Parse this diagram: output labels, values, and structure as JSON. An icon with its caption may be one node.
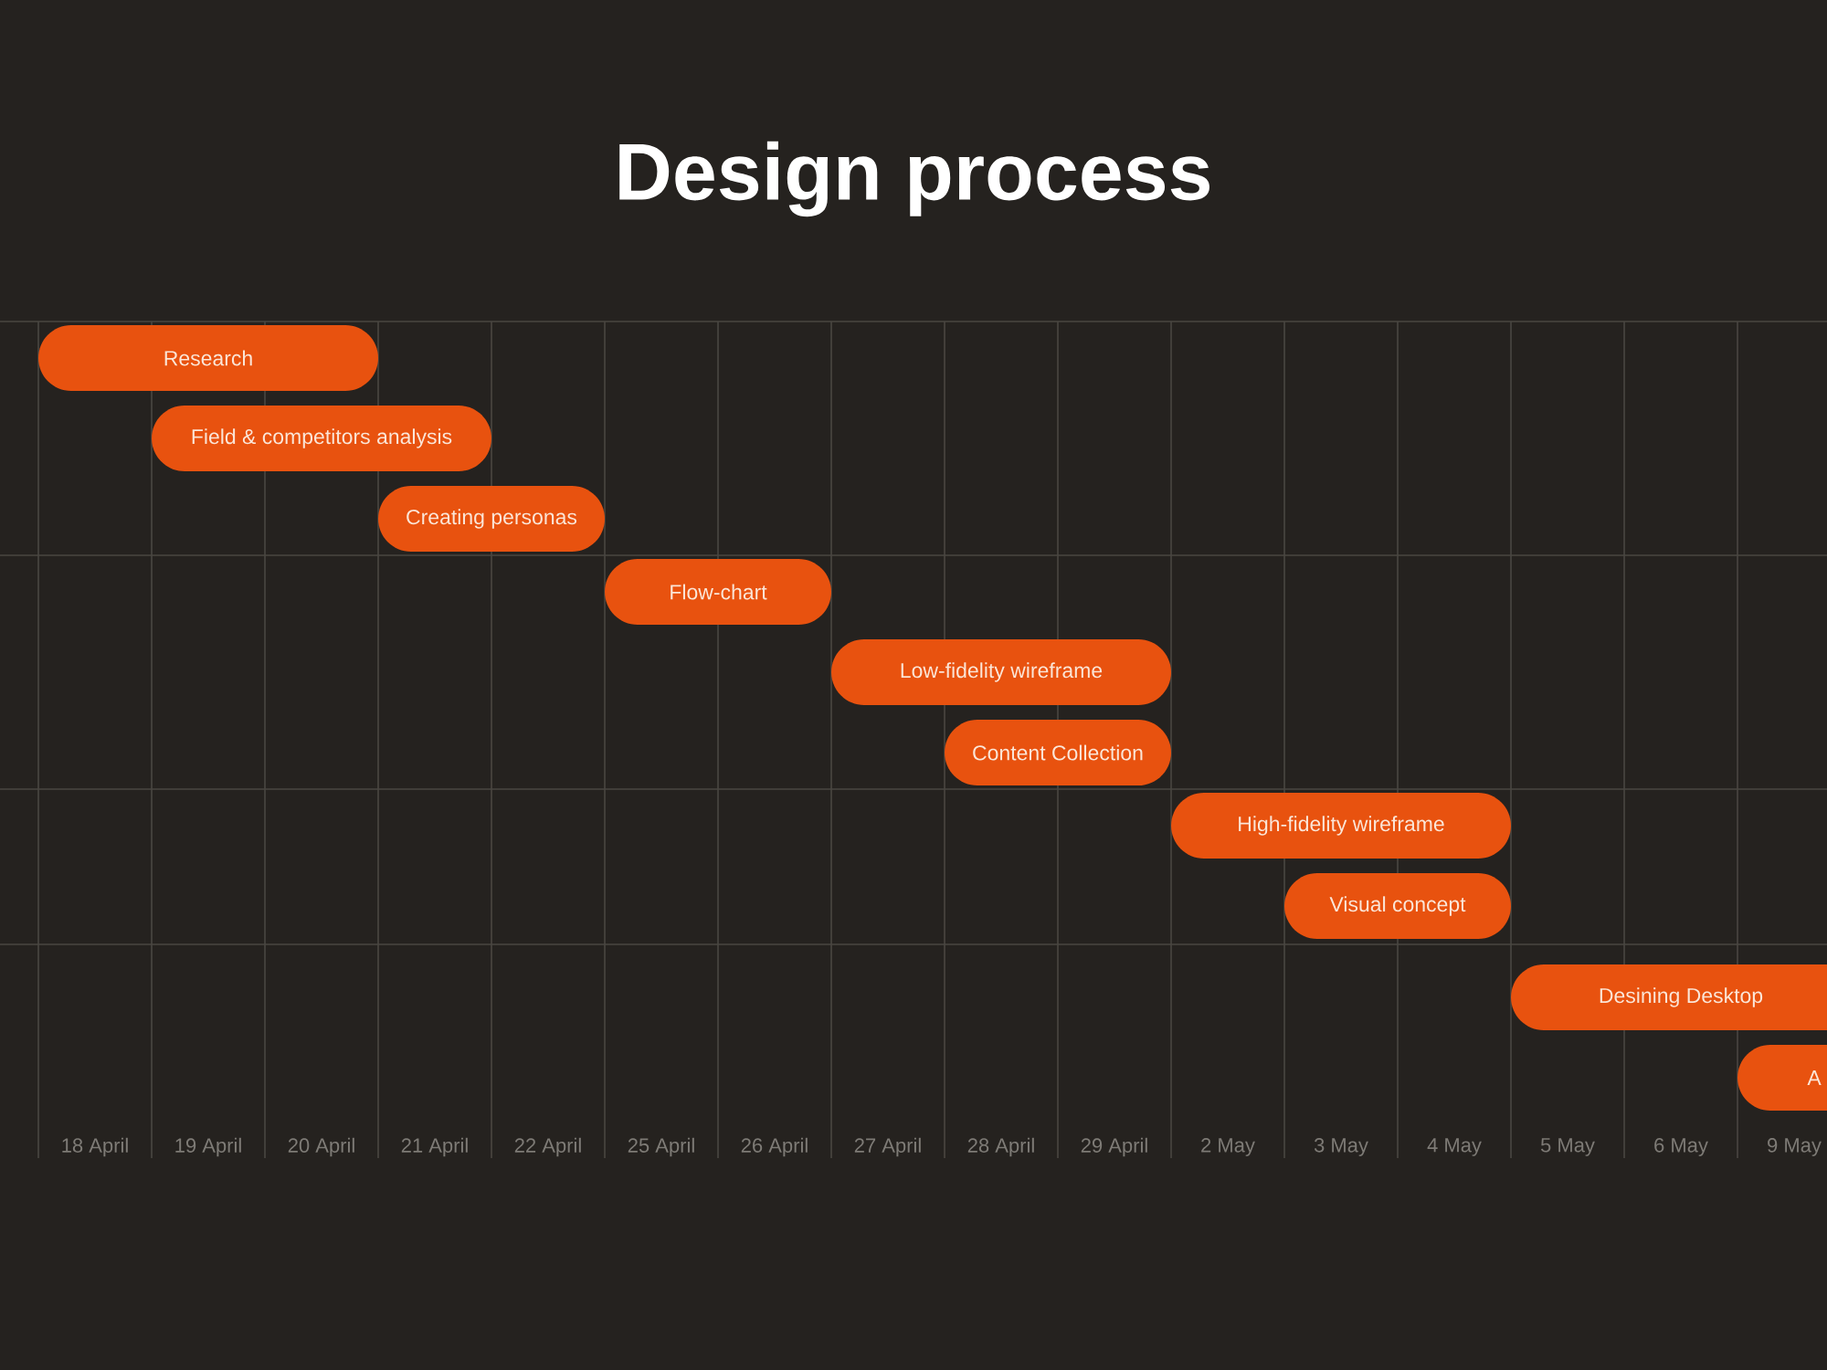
{
  "diagram": {
    "title": "Design process",
    "nodes": [
      {
        "text": [
          "Research"
        ]
      },
      {
        "text": [
          "Field & competitors analysis"
        ]
      },
      {
        "text": [
          "Creating personas"
        ]
      },
      {
        "text": [
          "Flow-chart"
        ]
      },
      {
        "text": [
          "Low-fidelity wireframe"
        ]
      },
      {
        "text": [
          "Content Collection"
        ]
      },
      {
        "text": [
          "High-fidelity wireframe"
        ]
      },
      {
        "text": [
          "Visual concept"
        ]
      },
      {
        "text": [
          "Desining Desktop"
        ]
      },
      {
        "text": [
          "A"
        ]
      }
    ],
    "labels": [
      "18 April",
      "19 April",
      "20 April",
      "21 April",
      "22 April",
      "25 April",
      "26 April",
      "27 April",
      "28 April",
      "29 April",
      "2 May",
      "3 May",
      "4 May",
      "5 May",
      "6 May",
      "9 May"
    ]
  }
}
